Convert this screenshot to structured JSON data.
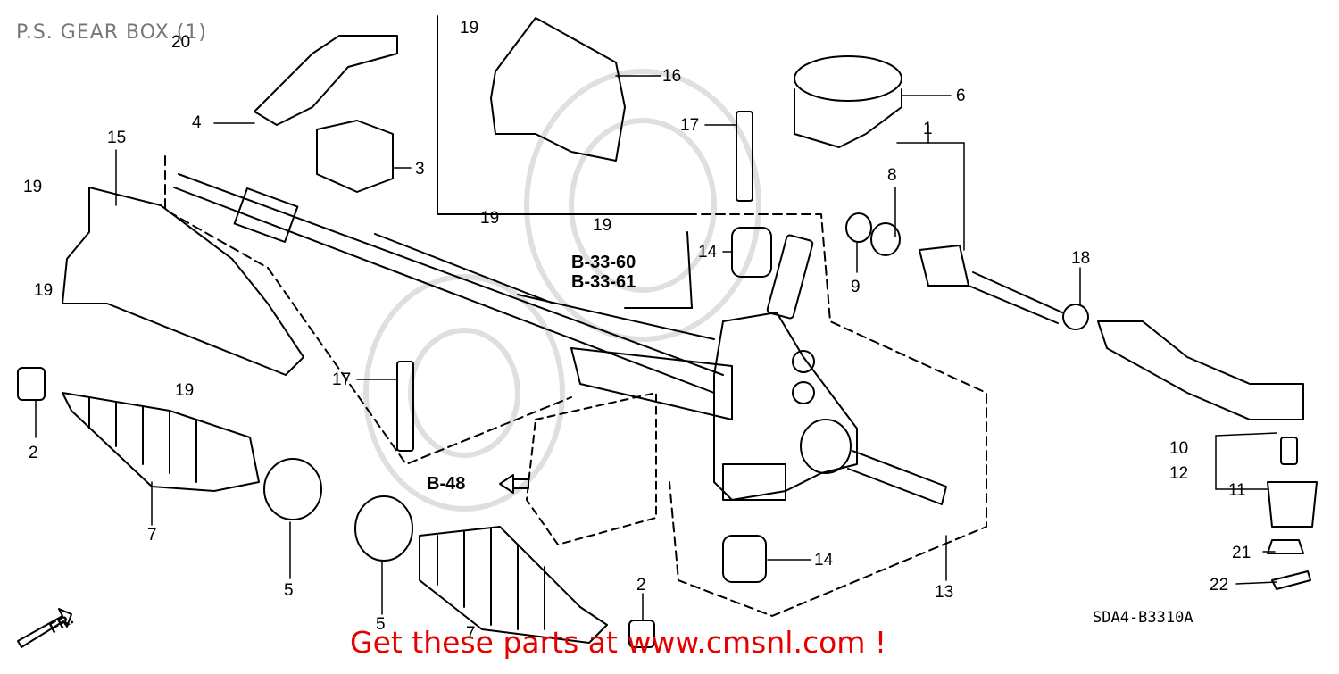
{
  "title": "P.S. GEAR BOX (1)",
  "footer": "Get these parts at www.cmsnl.com !",
  "diagram_code": "SDA4-B3310A",
  "direction_label": "FR.",
  "ref_labels": [
    "B-33-60",
    "B-33-61",
    "B-48"
  ],
  "part_labels": [
    "20",
    "4",
    "15",
    "19",
    "19",
    "2",
    "7",
    "19",
    "3",
    "19",
    "16",
    "19",
    "19",
    "17",
    "14",
    "17",
    "5",
    "5",
    "7",
    "2",
    "14",
    "13",
    "6",
    "1",
    "8",
    "9",
    "18",
    "10",
    "12",
    "11",
    "21",
    "22"
  ],
  "colors": {
    "title": "#777777",
    "footer": "#e60000",
    "lines": "#000000"
  }
}
